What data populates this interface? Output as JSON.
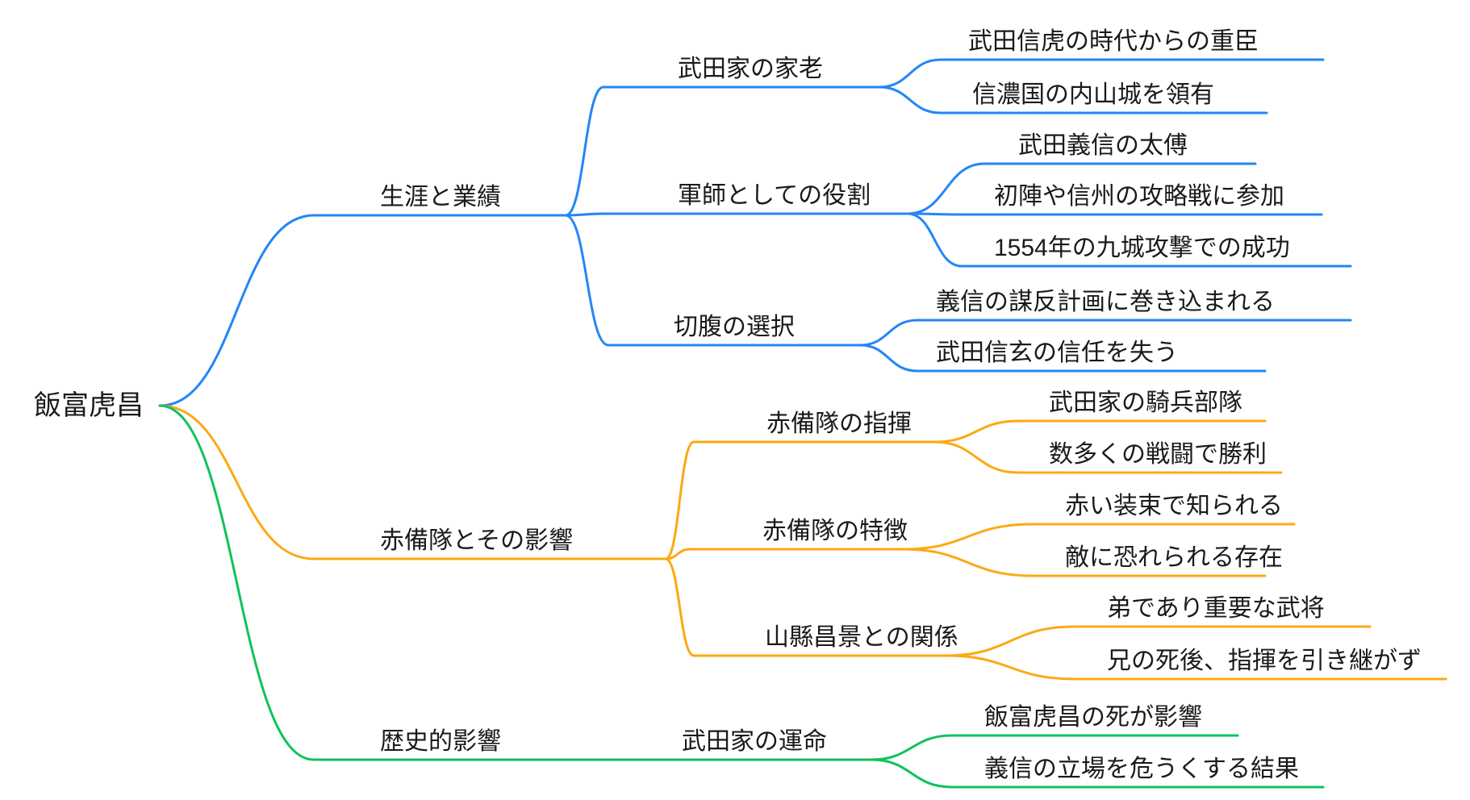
{
  "colors": {
    "text": "#1a1a1a",
    "background": "#ffffff",
    "life_branch": "#2386f6",
    "akazonae_branch": "#fca914",
    "history_branch": "#0fc25c"
  },
  "mindmap": {
    "root": {
      "label": "飯富虎昌"
    },
    "branches": [
      {
        "label": "生涯と業績",
        "children": [
          {
            "label": "武田家の家老",
            "children": [
              {
                "label": "武田信虎の時代からの重臣"
              },
              {
                "label": "信濃国の内山城を領有"
              }
            ]
          },
          {
            "label": "軍師としての役割",
            "children": [
              {
                "label": "武田義信の太傅"
              },
              {
                "label": "初陣や信州の攻略戦に参加"
              },
              {
                "label": "1554年の九城攻撃での成功"
              }
            ]
          },
          {
            "label": "切腹の選択",
            "children": [
              {
                "label": "義信の謀反計画に巻き込まれる"
              },
              {
                "label": "武田信玄の信任を失う"
              }
            ]
          }
        ]
      },
      {
        "label": "赤備隊とその影響",
        "children": [
          {
            "label": "赤備隊の指揮",
            "children": [
              {
                "label": "武田家の騎兵部隊"
              },
              {
                "label": "数多くの戦闘で勝利"
              }
            ]
          },
          {
            "label": "赤備隊の特徴",
            "children": [
              {
                "label": "赤い装束で知られる"
              },
              {
                "label": "敵に恐れられる存在"
              }
            ]
          },
          {
            "label": "山縣昌景との関係",
            "children": [
              {
                "label": "弟であり重要な武将"
              },
              {
                "label": "兄の死後、指揮を引き継がず"
              }
            ]
          }
        ]
      },
      {
        "label": "歴史的影響",
        "children": [
          {
            "label": "武田家の運命",
            "children": [
              {
                "label": "飯富虎昌の死が影響"
              },
              {
                "label": "義信の立場を危うくする結果"
              }
            ]
          }
        ]
      }
    ]
  }
}
